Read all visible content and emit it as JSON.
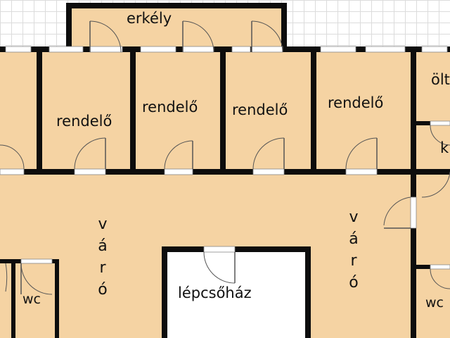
{
  "labels": {
    "balcony": "erkély",
    "office_1": "rendelő",
    "office_2": "rendelő",
    "office_3": "rendelő",
    "office_4": "rendelő",
    "dressing_partial": "ölt",
    "small_room_partial": "k",
    "staircase": "lépcsőház",
    "wc_left": "wc",
    "wc_right": "wc",
    "waiting_left": [
      "v",
      "á",
      "r",
      "ó"
    ],
    "waiting_right": [
      "v",
      "á",
      "r",
      "ó"
    ]
  },
  "colors": {
    "room_fill": "#f5d3a3",
    "wall": "#0d0d0d",
    "grid": "#dcdcdc",
    "staircase_fill": "#ffffff"
  }
}
